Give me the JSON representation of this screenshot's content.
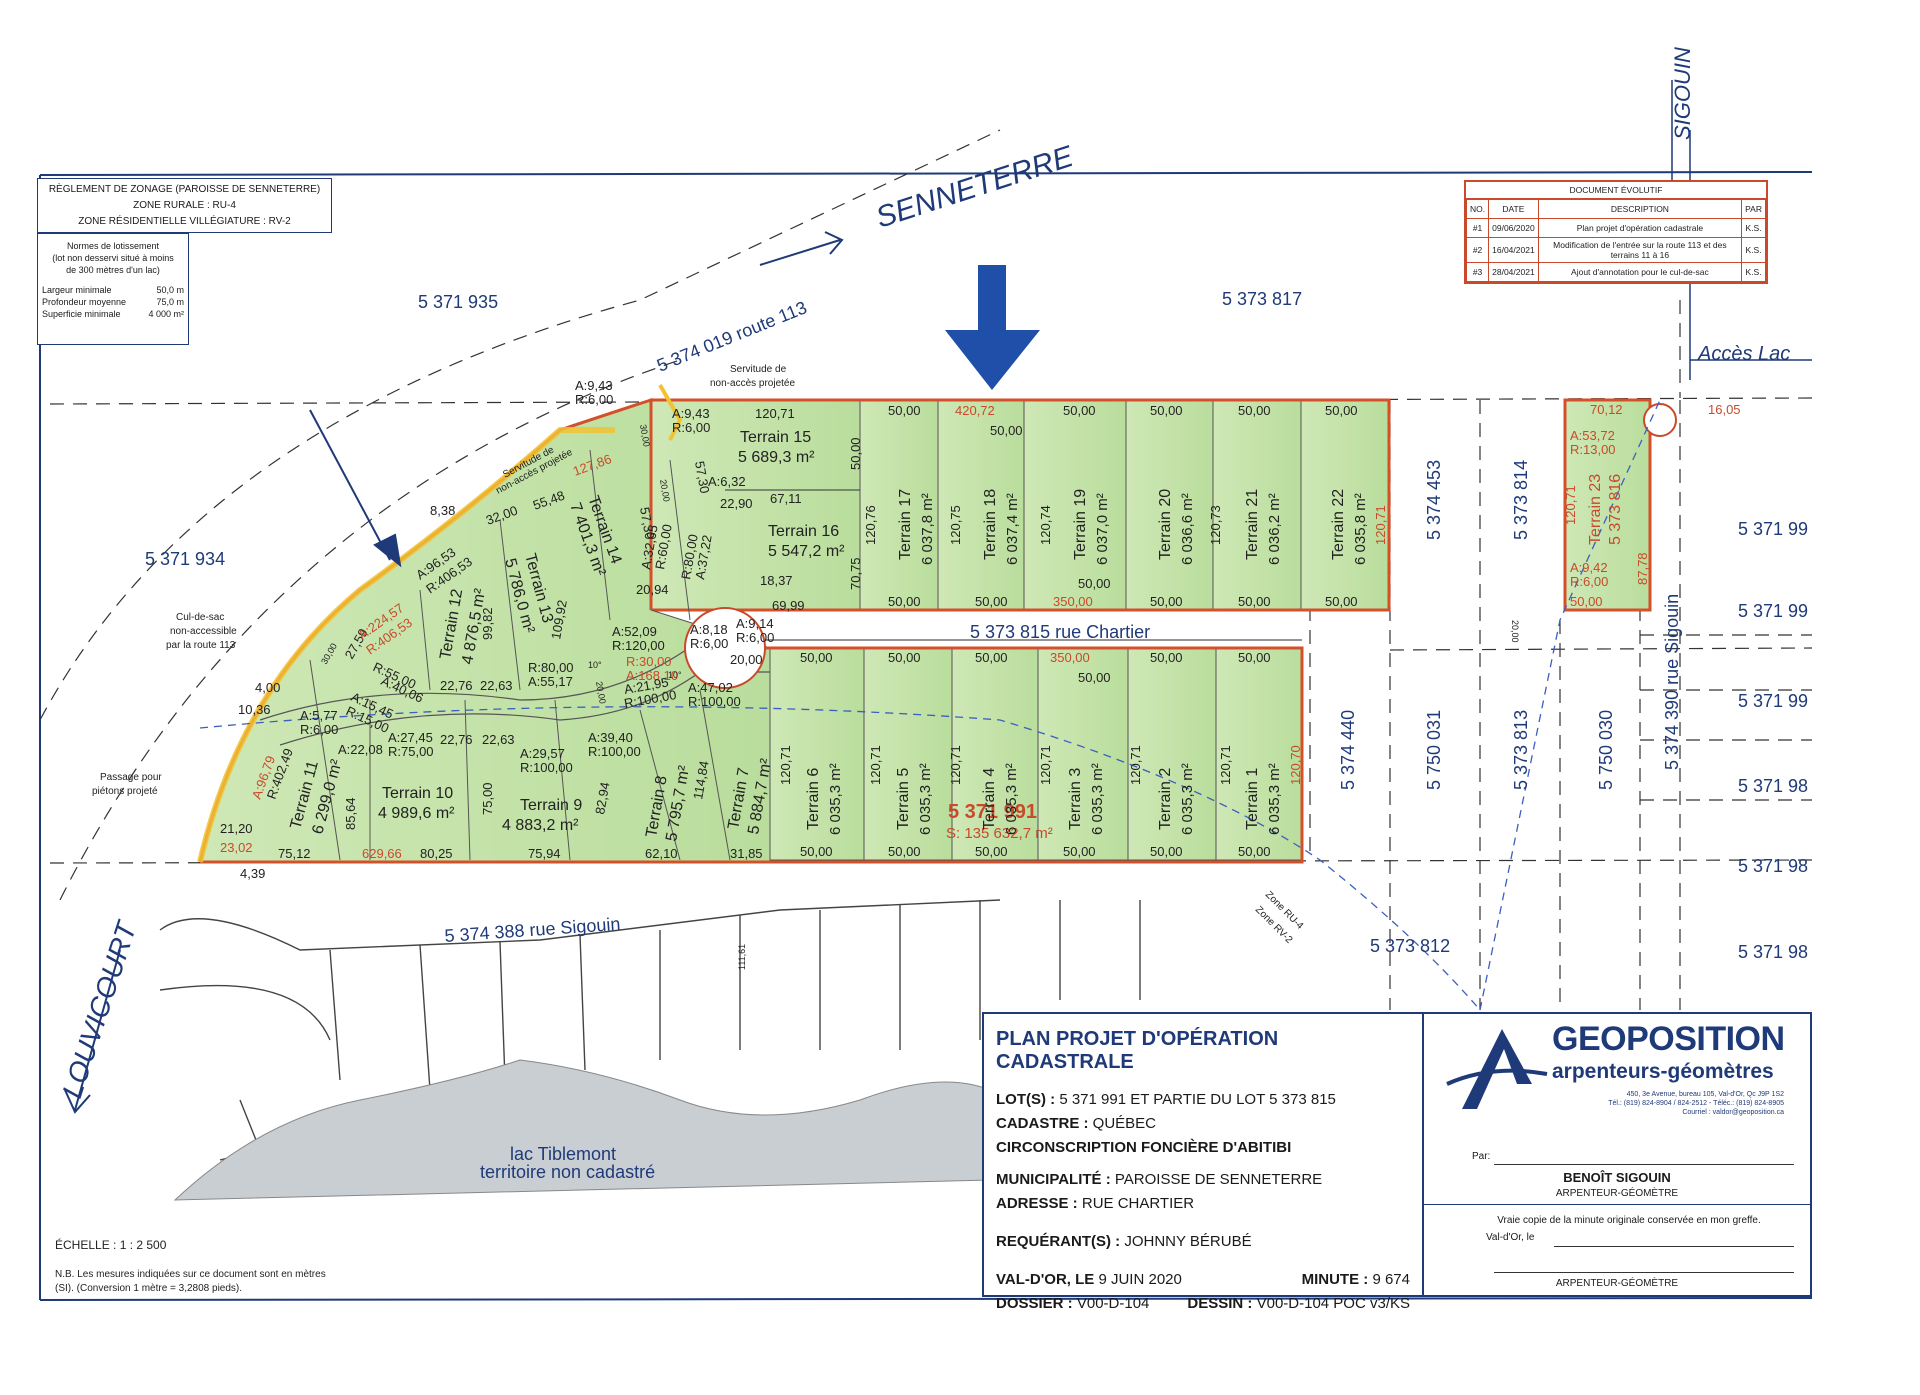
{
  "zoning": {
    "line1": "RÈGLEMENT DE ZONAGE (PAROISSE DE SENNETERRE)",
    "line2": "ZONE RURALE : RU-4",
    "line3": "ZONE RÉSIDENTIELLE VILLÉGIATURE : RV-2"
  },
  "normes": {
    "title1": "Normes de lotissement",
    "title2": "(lot non desservi situé à moins",
    "title3": "de 300 mètres d'un lac)",
    "rows": [
      {
        "label": "Largeur minimale",
        "value": "50,0 m"
      },
      {
        "label": "Profondeur moyenne",
        "value": "75,0 m"
      },
      {
        "label": "Superficie minimale",
        "value": "4 000 m²"
      }
    ]
  },
  "revisions": {
    "title": "DOCUMENT ÉVOLUTIF",
    "headers": [
      "NO.",
      "DATE",
      "DESCRIPTION",
      "PAR"
    ],
    "rows": [
      [
        "#1",
        "09/06/2020",
        "Plan projet d'opération cadastrale",
        "K.S."
      ],
      [
        "#2",
        "16/04/2021",
        "Modification de l'entrée sur la route 113 et des terrains 11 à 16",
        "K.S."
      ],
      [
        "#3",
        "28/04/2021",
        "Ajout d'annotation pour le cul-de-sac",
        "K.S."
      ]
    ]
  },
  "handwriting": {
    "senneterre": "SENNETERRE",
    "louvicourt": "LOUVICOURT",
    "sigouin": "SIGOUIN",
    "acces_lac": "Accès Lac"
  },
  "lots": {
    "l5371935": "5 371 935",
    "l5373817": "5 373 817",
    "l5371934": "5 371 934",
    "route113": "5 374 019  route 113",
    "rue_chartier": "5 373 815   rue Chartier",
    "rue_sigouin_bottom": "5 374 388   rue Sigouin",
    "rue_sigouin_right": "5 374 390   rue Sigouin",
    "l5374453": "5 374 453",
    "l5373814": "5 373 814",
    "l5374440": "5 374 440",
    "l5750031": "5 750 031",
    "l5373813": "5 373 813",
    "l5750030": "5 750 030",
    "l5373812": "5 373 812",
    "main_lot": "5 371 991",
    "main_area": "S: 135 632,7 m²",
    "right_99a": "5 371 99",
    "right_99b": "5 371 99",
    "right_99c": "5 371 99",
    "right_98a": "5 371 98",
    "right_98b": "5 371 98",
    "right_98c": "5 371 98"
  },
  "terrains_top": [
    {
      "name": "Terrain 17",
      "area": "6 037,8 m²"
    },
    {
      "name": "Terrain 18",
      "area": "6 037,4 m²"
    },
    {
      "name": "Terrain 19",
      "area": "6 037,0 m²"
    },
    {
      "name": "Terrain 20",
      "area": "6 036,6 m²"
    },
    {
      "name": "Terrain 21",
      "area": "6 036,2 m²"
    },
    {
      "name": "Terrain 22",
      "area": "6 035,8 m²"
    }
  ],
  "terrains_bottom": [
    {
      "name": "Terrain 6",
      "area": "6 035,3 m²"
    },
    {
      "name": "Terrain 5",
      "area": "6 035,3 m²"
    },
    {
      "name": "Terrain 4",
      "area": "6 035,3 m²"
    },
    {
      "name": "Terrain 3",
      "area": "6 035,3 m²"
    },
    {
      "name": "Terrain 2",
      "area": "6 035,3 m²"
    },
    {
      "name": "Terrain 1",
      "area": "6 035,3 m²"
    }
  ],
  "terrains_other": {
    "t15_name": "Terrain 15",
    "t15_area": "5 689,3 m²",
    "t16_name": "Terrain 16",
    "t16_area": "5 547,2 m²",
    "t14_name": "Terrain 14",
    "t14_area": "7 401,3 m²",
    "t13_name": "Terrain 13",
    "t13_area": "5 786,0 m²",
    "t12_name": "Terrain 12",
    "t12_area": "4 876,5 m²",
    "t11_name": "Terrain 11",
    "t11_area": "6 299,0 m²",
    "t10_name": "Terrain 10",
    "t10_area": "4 989,6 m²",
    "t9_name": "Terrain 9",
    "t9_area": "4 883,2 m²",
    "t8_name": "Terrain 8",
    "t8_area": "5 795,7 m²",
    "t7_name": "Terrain 7",
    "t7_area": "5 884,7 m²",
    "t23_name": "Terrain 23",
    "t23_lot": "5 373 816"
  },
  "dims": {
    "fifty": "50,00",
    "d420": "420,72",
    "d350": "350,00",
    "d120_71": "120,71",
    "d120_70": "120,70",
    "d120_75": "120,75",
    "d120_74": "120,74",
    "d120_73": "120,73",
    "d120_76": "120,76",
    "d67_11": "67,11",
    "d69_99": "69,99",
    "d70_75": "70,75",
    "d18_37": "18,37",
    "d57_30": "57,30",
    "d22_90": "22,90",
    "d30_00": "30,00",
    "d20_00": "20,00",
    "d629": "629,66",
    "d80_25": "80,25",
    "d75_94": "75,94",
    "d62_10": "62,10",
    "d31_85": "31,85",
    "d75_12": "75,12",
    "d23_02": "23,02",
    "d21_20": "21,20",
    "d4_39": "4,39",
    "d4_00": "4,00",
    "d10_36": "10,36",
    "d8_38": "8,38",
    "d32_00": "32,00",
    "d55_48": "55,48",
    "d127": "127,86",
    "d99_82": "99,82",
    "d109_92": "109,92",
    "d22_76": "22,76",
    "d22_63": "22,63",
    "d85_64": "85,64",
    "d75_00": "75,00",
    "d82_94": "82,94",
    "d114_84": "114,84",
    "d27_59": "27,59",
    "d20_94": "20,94",
    "d111_61": "111,61",
    "d70_12": "70,12",
    "d16_05": "16,05",
    "d87_78": "87,78",
    "a9_43": "A:9,43",
    "r6_00": "R:6,00",
    "a6_32": "A:6,32",
    "a224": "A:224,57",
    "r406": "R:406,53",
    "a96": "A:96,53",
    "r406b": "R:406,53",
    "a32_65": "A:32,65",
    "r60": "R:60,00",
    "r80": "R:80,00",
    "a37": "A:37,22",
    "a52": "A:52,09",
    "r120": "R:120,00",
    "r30": "R:30,00",
    "a168": "A:168,10",
    "a8_18": "A:8,18",
    "a9_14": "A:9,14",
    "a47": "A:47,02",
    "r100": "R:100,00",
    "a21": "A:21,95",
    "a39": "A:39,40",
    "a29": "A:29,57",
    "a27": "A:27,45",
    "r75": "R:75,00",
    "a22": "A:22,08",
    "a55_17": "A:55,17",
    "a40": "A:40,06",
    "r55": "R:55,00",
    "a15": "A:15,45",
    "r15": "R:15,00",
    "a5_77": "A:5,77",
    "a96_79": "A:96,79",
    "r402": "R:402,49",
    "a53": "A:53,72",
    "r13": "R:13,00",
    "a9_42": "A:9,42",
    "ten": "10°"
  },
  "annotations": {
    "servitude1a": "Servitude de",
    "servitude1b": "non-accès projetée",
    "servitude2a": "Servitude de",
    "servitude2b": "non-accès projetée",
    "culdesac1": "Cul-de-sac",
    "culdesac2": "non-accessible",
    "culdesac3": "par la route 113",
    "passage1": "Passage pour",
    "passage2": "piétons projeté",
    "zone_ru4": "Zone RU-4",
    "zone_rv2": "Zone RV-2",
    "lac1": "lac Tiblemont",
    "lac2": "territoire non cadastré"
  },
  "titleblock": {
    "heading": "PLAN PROJET D'OPÉRATION CADASTRALE",
    "lots_label": "LOT(S) :",
    "lots_value": "5 371 991 ET PARTIE DU LOT 5 373 815",
    "cadastre_label": "CADASTRE :",
    "cadastre_value": "QUÉBEC",
    "circ": "CIRCONSCRIPTION FONCIÈRE D'ABITIBI",
    "muni_label": "MUNICIPALITÉ :",
    "muni_value": "PAROISSE DE SENNETERRE",
    "adresse_label": "ADRESSE :",
    "adresse_value": "RUE CHARTIER",
    "req_label": "REQUÉRANT(S) :",
    "req_value": "JOHNNY BÉRUBÉ",
    "date_label": "VAL-D'OR, LE",
    "date_value": "9 JUIN 2020",
    "minute_label": "MINUTE :",
    "minute_value": "9 674",
    "dossier_label": "DOSSIER :",
    "dossier_value": "V00-D-104",
    "dessin_label": "DESSIN :",
    "dessin_value": "V00-D-104 POC v3/KS"
  },
  "firm": {
    "name": "GEOPOSITION",
    "sub": "arpenteurs-géomètres",
    "addr1": "450, 3e Avenue, bureau 105, Val-d'Or, Qc  J9P 1S2",
    "addr2": "Tél.: (819) 824-8904 / 824-2512 - Téléc.: (819) 824-8905",
    "addr3": "Courriel : valdor@geoposition.ca",
    "par": "Par:",
    "signer": "BENOÎT SIGOUIN",
    "signer_title": "ARPENTEUR-GÉOMÈTRE",
    "copy": "Vraie copie de la minute originale conservée en mon greffe.",
    "valdor": "Val-d'Or, le",
    "signer_title2": "ARPENTEUR-GÉOMÈTRE"
  },
  "scale": "ÉCHELLE : 1 : 2 500",
  "note": "N.B. Les mesures indiquées sur ce document sont en mètres (SI). (Conversion 1 mètre = 3,2808 pieds).",
  "colors": {
    "lot_fill": "#cde8b4",
    "lot_stroke": "#d4502a",
    "frame": "#1f3a78",
    "highlight": "#f1c232",
    "arrow": "#1f4fa8",
    "lake": "#c9ced3"
  }
}
